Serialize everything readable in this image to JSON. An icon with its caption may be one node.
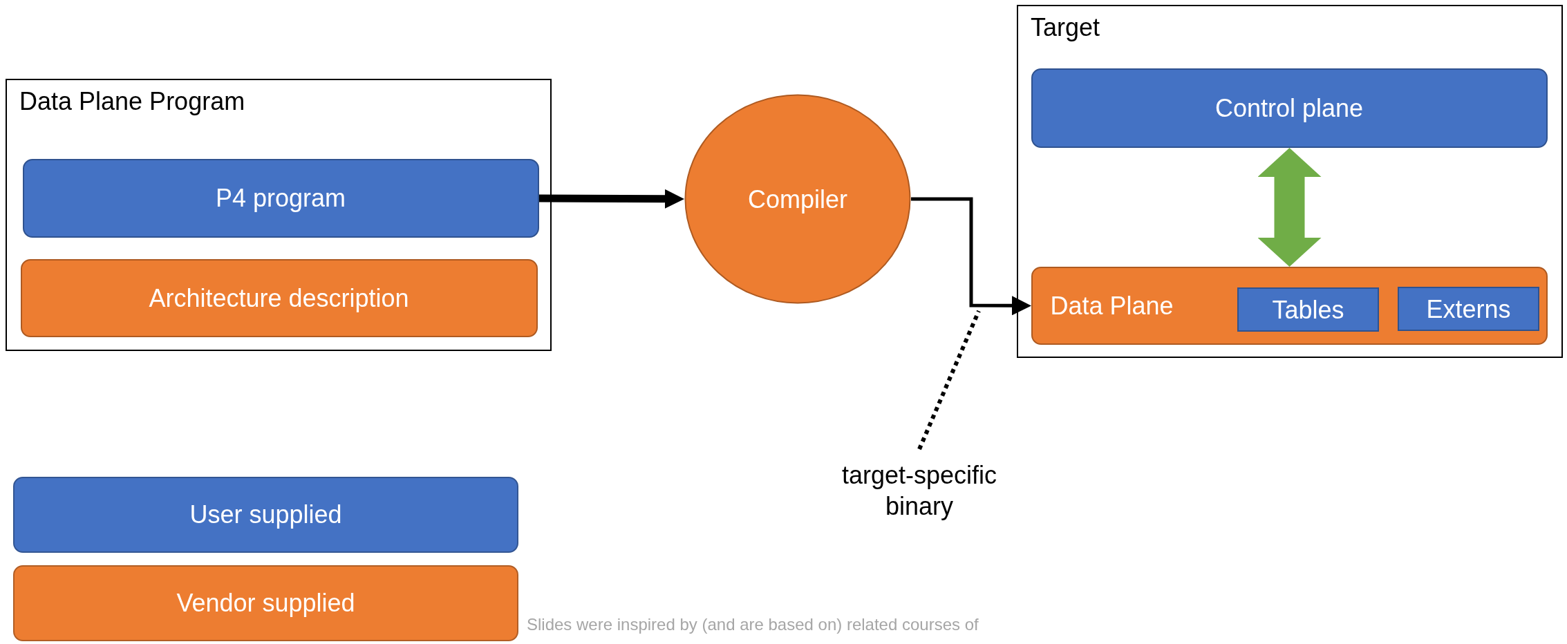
{
  "diagram": {
    "nodes": [
      {
        "text": [
          "Data Plane Program"
        ]
      },
      {
        "text": [
          "P4 program"
        ],
        "in": 0
      },
      {
        "text": [
          "Architecture description"
        ],
        "in": 0
      },
      {
        "text": [
          "Compiler"
        ]
      },
      {
        "text": [
          "Target"
        ]
      },
      {
        "text": [
          "Control plane"
        ],
        "in": 4
      },
      {
        "text": [
          "Data Plane"
        ],
        "in": 4
      },
      {
        "text": [
          "Tables"
        ],
        "in": 6
      },
      {
        "text": [
          "Externs"
        ],
        "in": 6
      },
      {
        "text": [
          "target-specific binary"
        ]
      }
    ],
    "edges": [
      {
        "from": 1,
        "to": 3,
        "arrow": "to",
        "style": "thick"
      },
      {
        "from": 3,
        "to": 6,
        "arrow": "to"
      },
      {
        "from": 5,
        "to": 6,
        "arrow": "both",
        "style": "thick",
        "color": "#70ad47"
      },
      {
        "from": 9,
        "to": null,
        "arrow": "none",
        "style": "dashed"
      }
    ],
    "labels": [
      "Slides were inspired by (and are based on) related courses of"
    ],
    "legend": [
      {
        "text": "User supplied",
        "color": "#4472c4"
      },
      {
        "text": "Vendor supplied",
        "color": "#ed7d31"
      }
    ]
  }
}
